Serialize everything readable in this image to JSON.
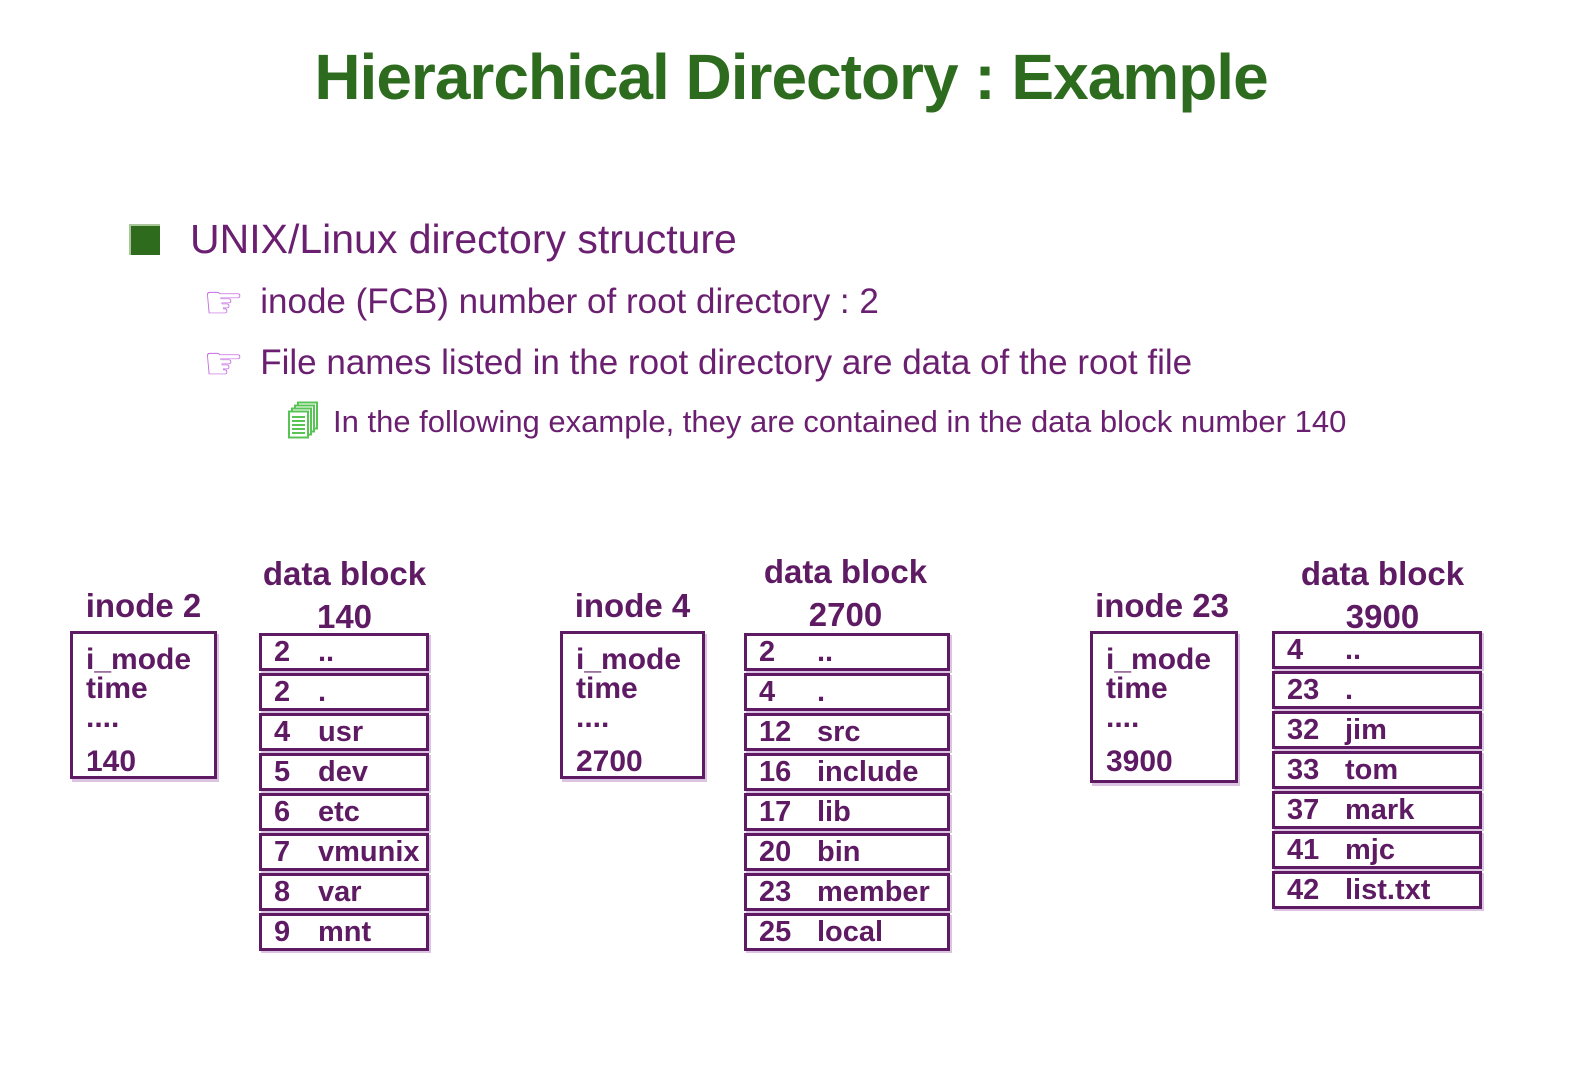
{
  "slide": {
    "title": "Hierarchical Directory : Example",
    "bullet_level1": "UNIX/Linux directory structure",
    "bullet_level2": [
      "inode (FCB) number of root directory : 2",
      "File names listed in the root directory are data of the root file"
    ],
    "bullet_level3": "In the following example, they are contained in the data block number 140"
  },
  "icons": {
    "finger": "☞"
  },
  "colors": {
    "title_green": "#2d6b1e",
    "bullet_square_green": "#2f6b1d",
    "body_purple": "#6b1f70",
    "diagram_purple": "#5e1b63",
    "finger_violet": "#c76fe3",
    "documents_icon_green": "#58c455"
  },
  "diagram": {
    "groups": [
      {
        "inode_label": "inode 2",
        "inode_fields": [
          "i_mode",
          "time",
          "...."
        ],
        "inode_pointer": "140",
        "block_label": "data block",
        "block_number": "140",
        "entries": [
          {
            "num": "2",
            "name": ".."
          },
          {
            "num": "2",
            "name": "."
          },
          {
            "num": "4",
            "name": "usr"
          },
          {
            "num": "5",
            "name": "dev"
          },
          {
            "num": "6",
            "name": "etc"
          },
          {
            "num": "7",
            "name": "vmunix"
          },
          {
            "num": "8",
            "name": "var"
          },
          {
            "num": "9",
            "name": "mnt"
          }
        ]
      },
      {
        "inode_label": "inode 4",
        "inode_fields": [
          "i_mode",
          "time",
          "...."
        ],
        "inode_pointer": "2700",
        "block_label": "data block",
        "block_number": "2700",
        "entries": [
          {
            "num": "2",
            "name": ".."
          },
          {
            "num": "4",
            "name": "."
          },
          {
            "num": "12",
            "name": "src"
          },
          {
            "num": "16",
            "name": "include"
          },
          {
            "num": "17",
            "name": "lib"
          },
          {
            "num": "20",
            "name": "bin"
          },
          {
            "num": "23",
            "name": "member"
          },
          {
            "num": "25",
            "name": "local"
          }
        ]
      },
      {
        "inode_label": "inode 23",
        "inode_fields": [
          "i_mode",
          "time",
          "...."
        ],
        "inode_pointer": "3900",
        "block_label": "data block",
        "block_number": "3900",
        "entries": [
          {
            "num": "4",
            "name": ".."
          },
          {
            "num": "23",
            "name": "."
          },
          {
            "num": "32",
            "name": "jim"
          },
          {
            "num": "33",
            "name": "tom"
          },
          {
            "num": "37",
            "name": "mark"
          },
          {
            "num": "41",
            "name": "mjc"
          },
          {
            "num": "42",
            "name": "list.txt"
          }
        ]
      }
    ]
  }
}
